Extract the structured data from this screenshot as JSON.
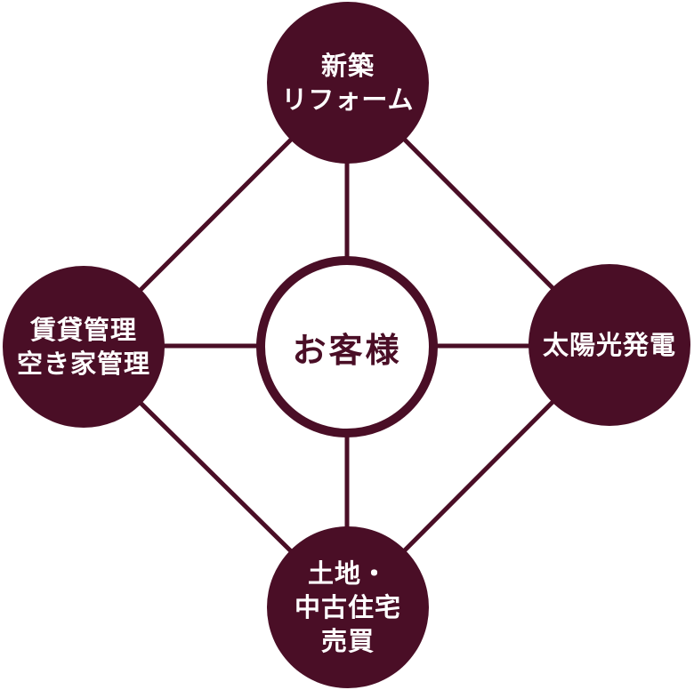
{
  "diagram": {
    "center_node": {
      "label": "お客様"
    },
    "nodes": {
      "top": {
        "lines": [
          "新築",
          "リフォーム"
        ]
      },
      "left": {
        "lines": [
          "賃貸管理",
          "空き家管理"
        ]
      },
      "right": {
        "lines": [
          "太陽光発電"
        ]
      },
      "bottom": {
        "lines": [
          "土地・",
          "中古住宅",
          "売買"
        ]
      }
    },
    "colors": {
      "maroon": "#4a0e26",
      "white": "#ffffff"
    }
  }
}
